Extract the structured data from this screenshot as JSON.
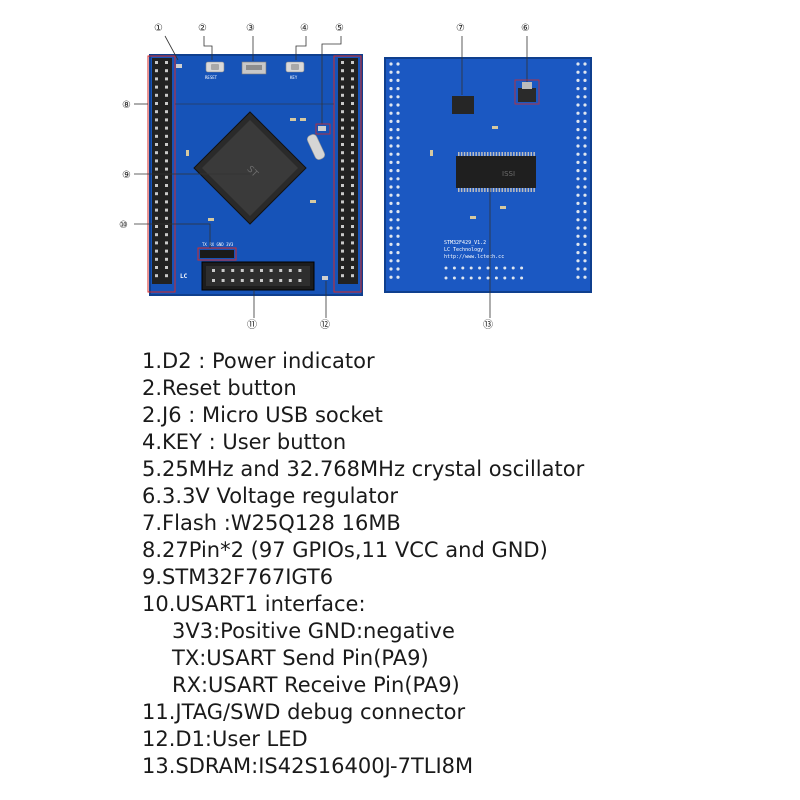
{
  "callouts": [
    {
      "num": "1",
      "glyph": "①"
    },
    {
      "num": "2",
      "glyph": "②"
    },
    {
      "num": "3",
      "glyph": "③"
    },
    {
      "num": "4",
      "glyph": "④"
    },
    {
      "num": "5",
      "glyph": "⑤"
    },
    {
      "num": "6",
      "glyph": "⑥"
    },
    {
      "num": "7",
      "glyph": "⑦"
    },
    {
      "num": "8",
      "glyph": "⑧"
    },
    {
      "num": "9",
      "glyph": "⑨"
    },
    {
      "num": "10",
      "glyph": "⑩"
    },
    {
      "num": "11",
      "glyph": "⑪"
    },
    {
      "num": "12",
      "glyph": "⑫"
    },
    {
      "num": "13",
      "glyph": "⑬"
    }
  ],
  "board_front": {
    "usart_silk": "TX RX GND 3V3",
    "logo_silk": "LC",
    "button_silks": [
      "RESET",
      "KEY"
    ],
    "colors": {
      "pcb": "#1653b8",
      "pcb_dark": "#0f3f8e",
      "header": "#222222",
      "pin": "#c9c9c9",
      "highlight": "#d32b2b"
    }
  },
  "board_back": {
    "version_silk": "STM32F429_V1.2",
    "maker_silk": "LC Technology",
    "url_silk": "http://www.lctech.cc",
    "chip_mark": "ISSI"
  },
  "legend": {
    "items": [
      {
        "text": "1.D2 : Power indicator",
        "sub": false
      },
      {
        "text": "2.Reset button",
        "sub": false
      },
      {
        "text": "2.J6 : Micro USB socket",
        "sub": false
      },
      {
        "text": "4.KEY : User button",
        "sub": false
      },
      {
        "text": "5.25MHz and 32.768MHz crystal oscillator",
        "sub": false
      },
      {
        "text": "6.3.3V Voltage regulator",
        "sub": false
      },
      {
        "text": "7.Flash :W25Q128 16MB",
        "sub": false
      },
      {
        "text": "8.27Pin*2 (97 GPIOs,11 VCC and GND)",
        "sub": false
      },
      {
        "text": "9.STM32F767IGT6",
        "sub": false
      },
      {
        "text": "10.USART1 interface:",
        "sub": false
      },
      {
        "text": "3V3:Positive   GND:negative",
        "sub": true
      },
      {
        "text": "TX:USART Send Pin(PA9)",
        "sub": true
      },
      {
        "text": "RX:USART Receive Pin(PA9)",
        "sub": true
      },
      {
        "text": "11.JTAG/SWD debug connector",
        "sub": false
      },
      {
        "text": "12.D1:User LED",
        "sub": false
      },
      {
        "text": "13.SDRAM:IS42S16400J-7TLI8M",
        "sub": false
      }
    ]
  }
}
